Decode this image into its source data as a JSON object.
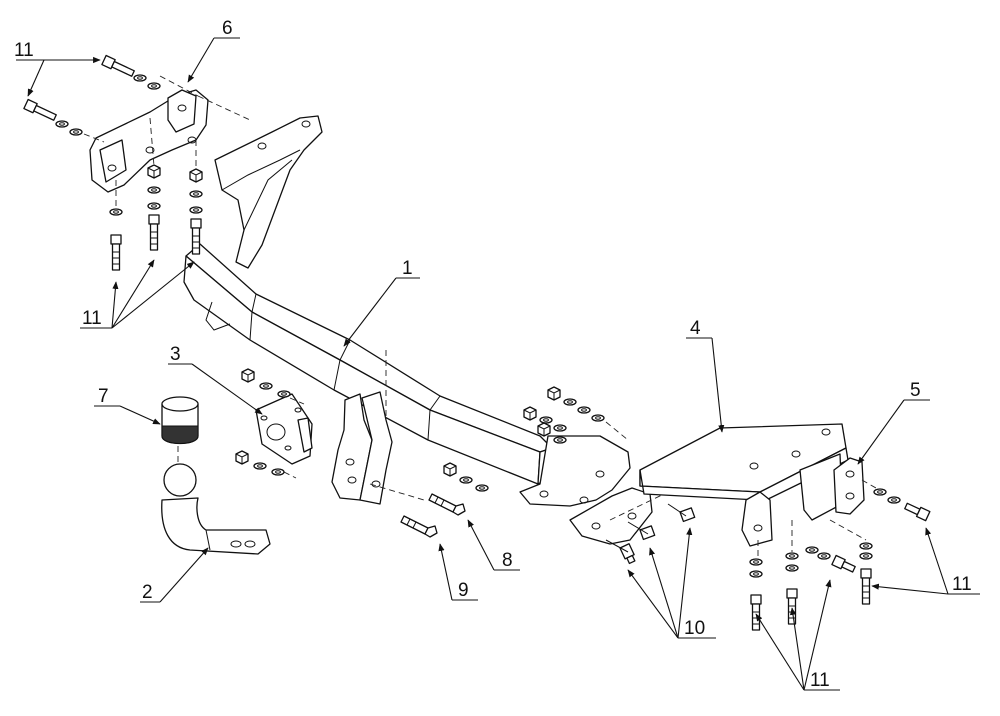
{
  "callouts": {
    "c1": "1",
    "c2": "2",
    "c3": "3",
    "c4": "4",
    "c5": "5",
    "c6": "6",
    "c7": "7",
    "c8": "8",
    "c9": "9",
    "c10": "10",
    "c11a": "11",
    "c11b": "11",
    "c11c": "11",
    "c11d": "11"
  }
}
